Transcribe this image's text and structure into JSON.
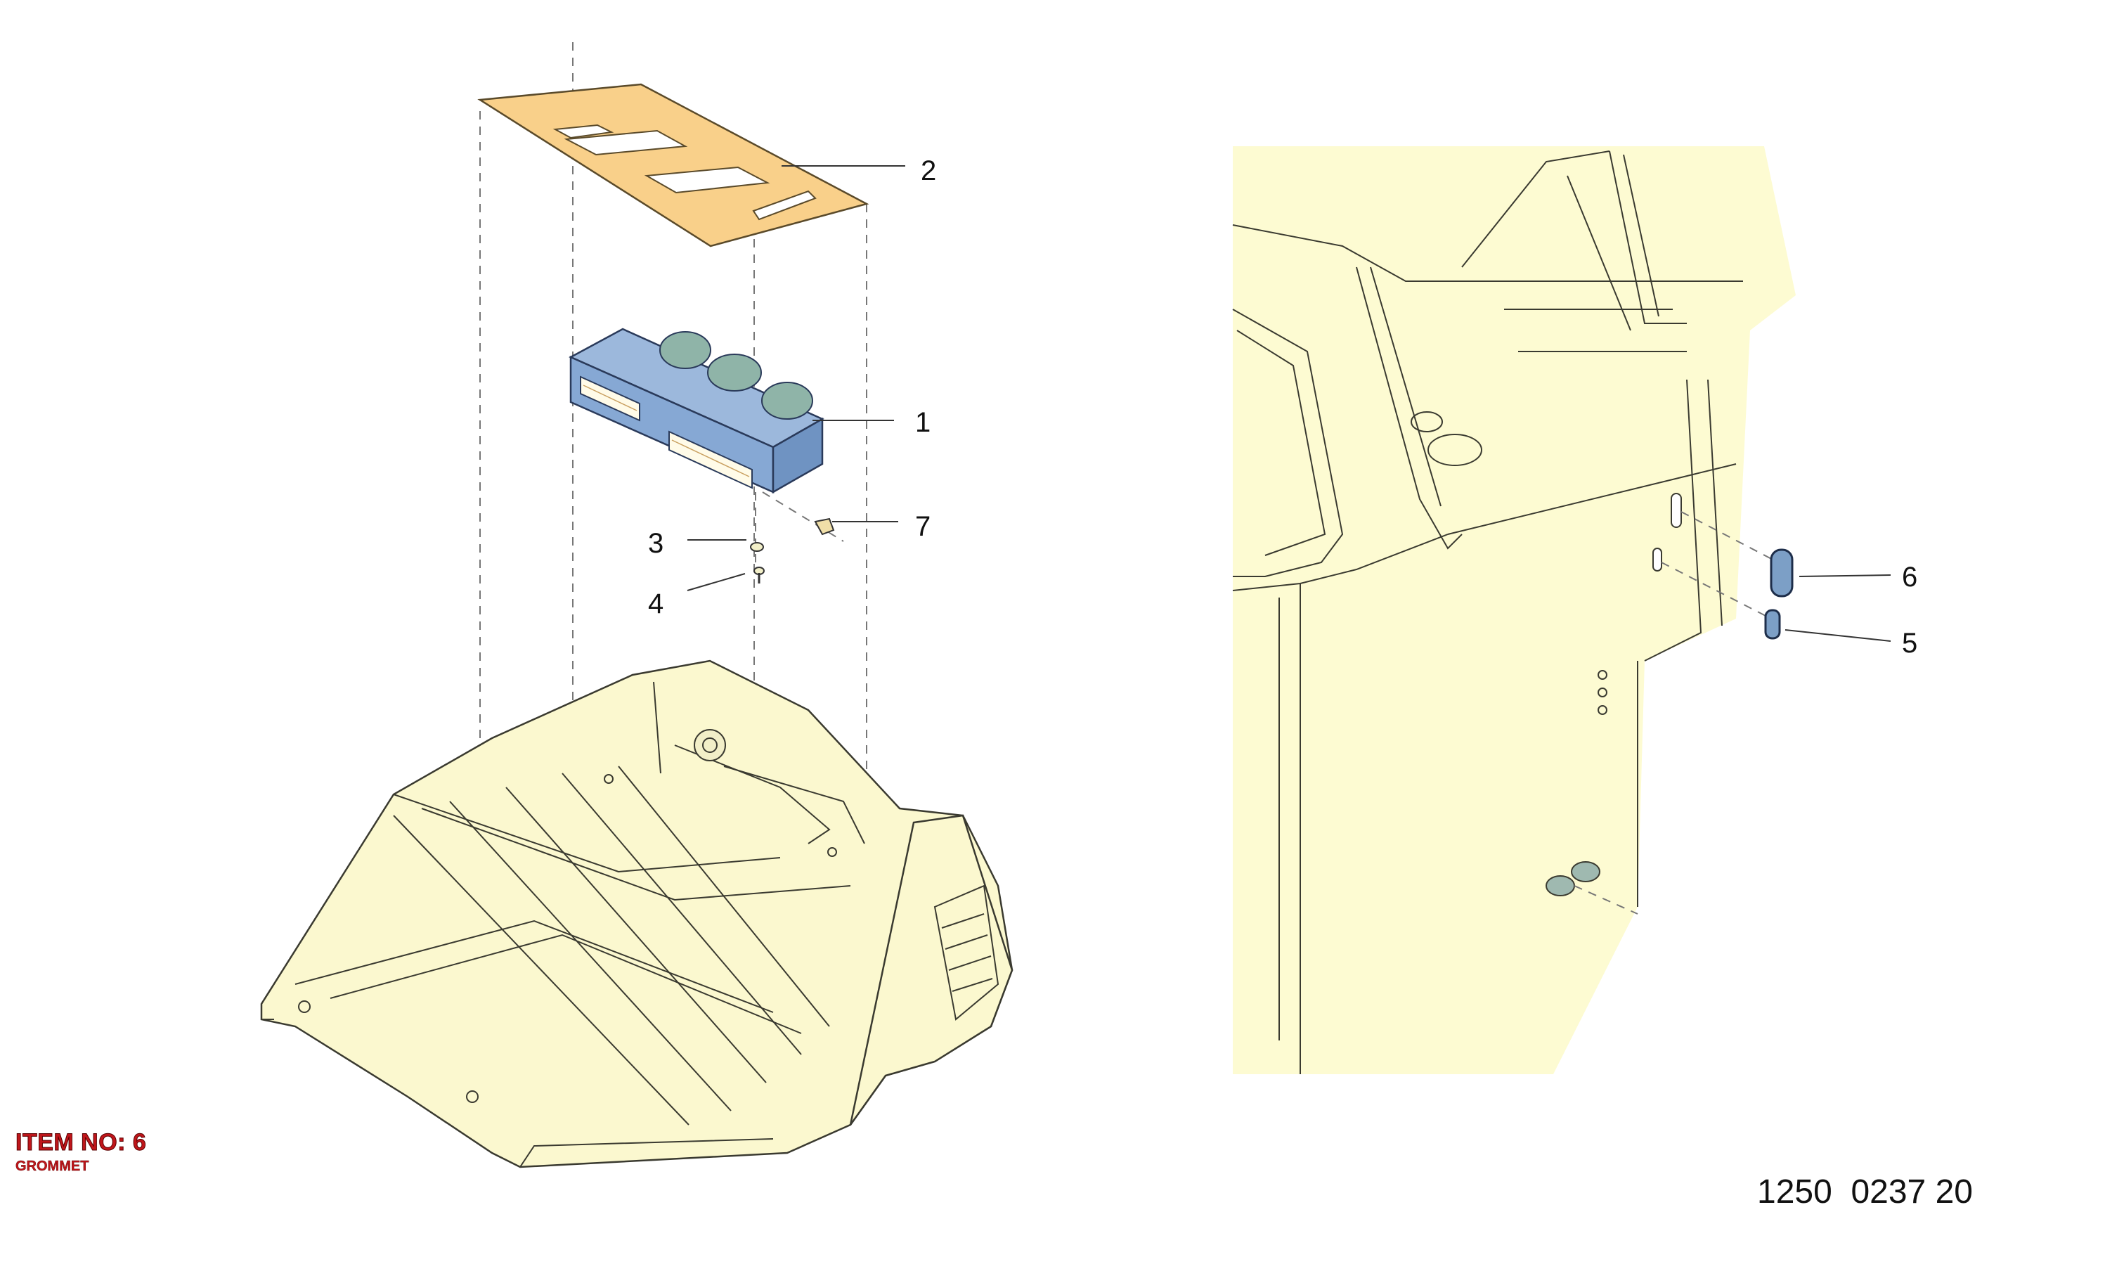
{
  "callouts": {
    "c1": "1",
    "c2": "2",
    "c3": "3",
    "c4": "4",
    "c5": "5",
    "c6": "6",
    "c7": "7"
  },
  "item_info": {
    "item_no": "ITEM NO: 6",
    "item_name": "GROMMET"
  },
  "drawing_number": "1250  0237 20",
  "colors": {
    "panel": "#f9d08a",
    "heater_unit": "#86a8d4",
    "body": "#fbf8cf",
    "grommet": "#7c9fc6",
    "highlight_text": "#c0161b"
  }
}
